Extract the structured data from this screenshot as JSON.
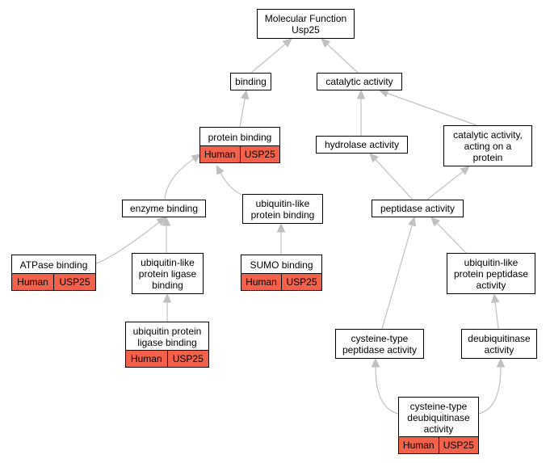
{
  "colors": {
    "edge": "#c0c0c0",
    "annotation": "#f4614b"
  },
  "nodes": [
    {
      "id": "root",
      "label": "Molecular Function\nUsp25"
    },
    {
      "id": "binding",
      "label": "binding"
    },
    {
      "id": "catalytic",
      "label": "catalytic activity"
    },
    {
      "id": "protein_binding",
      "label": "protein binding",
      "species": "Human",
      "gene": "USP25"
    },
    {
      "id": "hydrolase",
      "label": "hydrolase activity"
    },
    {
      "id": "cat_protein",
      "label": "catalytic activity,\nacting on a\nprotein"
    },
    {
      "id": "enzyme_binding",
      "label": "enzyme binding"
    },
    {
      "id": "ubl_binding",
      "label": "ubiquitin-like\nprotein binding"
    },
    {
      "id": "peptidase",
      "label": "peptidase activity"
    },
    {
      "id": "atpase",
      "label": "ATPase binding",
      "species": "Human",
      "gene": "USP25"
    },
    {
      "id": "ubl_ligase",
      "label": "ubiquitin-like\nprotein ligase\nbinding"
    },
    {
      "id": "sumo",
      "label": "SUMO binding",
      "species": "Human",
      "gene": "USP25"
    },
    {
      "id": "ubl_peptidase",
      "label": "ubiquitin-like\nprotein peptidase\nactivity"
    },
    {
      "id": "ub_ligase",
      "label": "ubiquitin protein\nligase binding",
      "species": "Human",
      "gene": "USP25"
    },
    {
      "id": "cys_peptidase",
      "label": "cysteine-type\npeptidase activity"
    },
    {
      "id": "deubiq",
      "label": "deubiquitinase\nactivity"
    },
    {
      "id": "cys_deubiq",
      "label": "cysteine-type\ndeubiquitinase\nactivity",
      "species": "Human",
      "gene": "USP25"
    }
  ],
  "edges": [
    {
      "from": "binding",
      "to": "root"
    },
    {
      "from": "catalytic",
      "to": "root"
    },
    {
      "from": "protein_binding",
      "to": "binding"
    },
    {
      "from": "hydrolase",
      "to": "catalytic"
    },
    {
      "from": "cat_protein",
      "to": "catalytic"
    },
    {
      "from": "enzyme_binding",
      "to": "protein_binding"
    },
    {
      "from": "ubl_binding",
      "to": "protein_binding"
    },
    {
      "from": "peptidase",
      "to": "hydrolase"
    },
    {
      "from": "peptidase",
      "to": "cat_protein"
    },
    {
      "from": "atpase",
      "to": "enzyme_binding"
    },
    {
      "from": "ubl_ligase",
      "to": "enzyme_binding"
    },
    {
      "from": "sumo",
      "to": "ubl_binding"
    },
    {
      "from": "ub_ligase",
      "to": "ubl_ligase"
    },
    {
      "from": "ubl_peptidase",
      "to": "peptidase"
    },
    {
      "from": "cys_peptidase",
      "to": "peptidase"
    },
    {
      "from": "deubiq",
      "to": "ubl_peptidase"
    },
    {
      "from": "cys_deubiq",
      "to": "cys_peptidase"
    },
    {
      "from": "cys_deubiq",
      "to": "deubiq"
    }
  ]
}
